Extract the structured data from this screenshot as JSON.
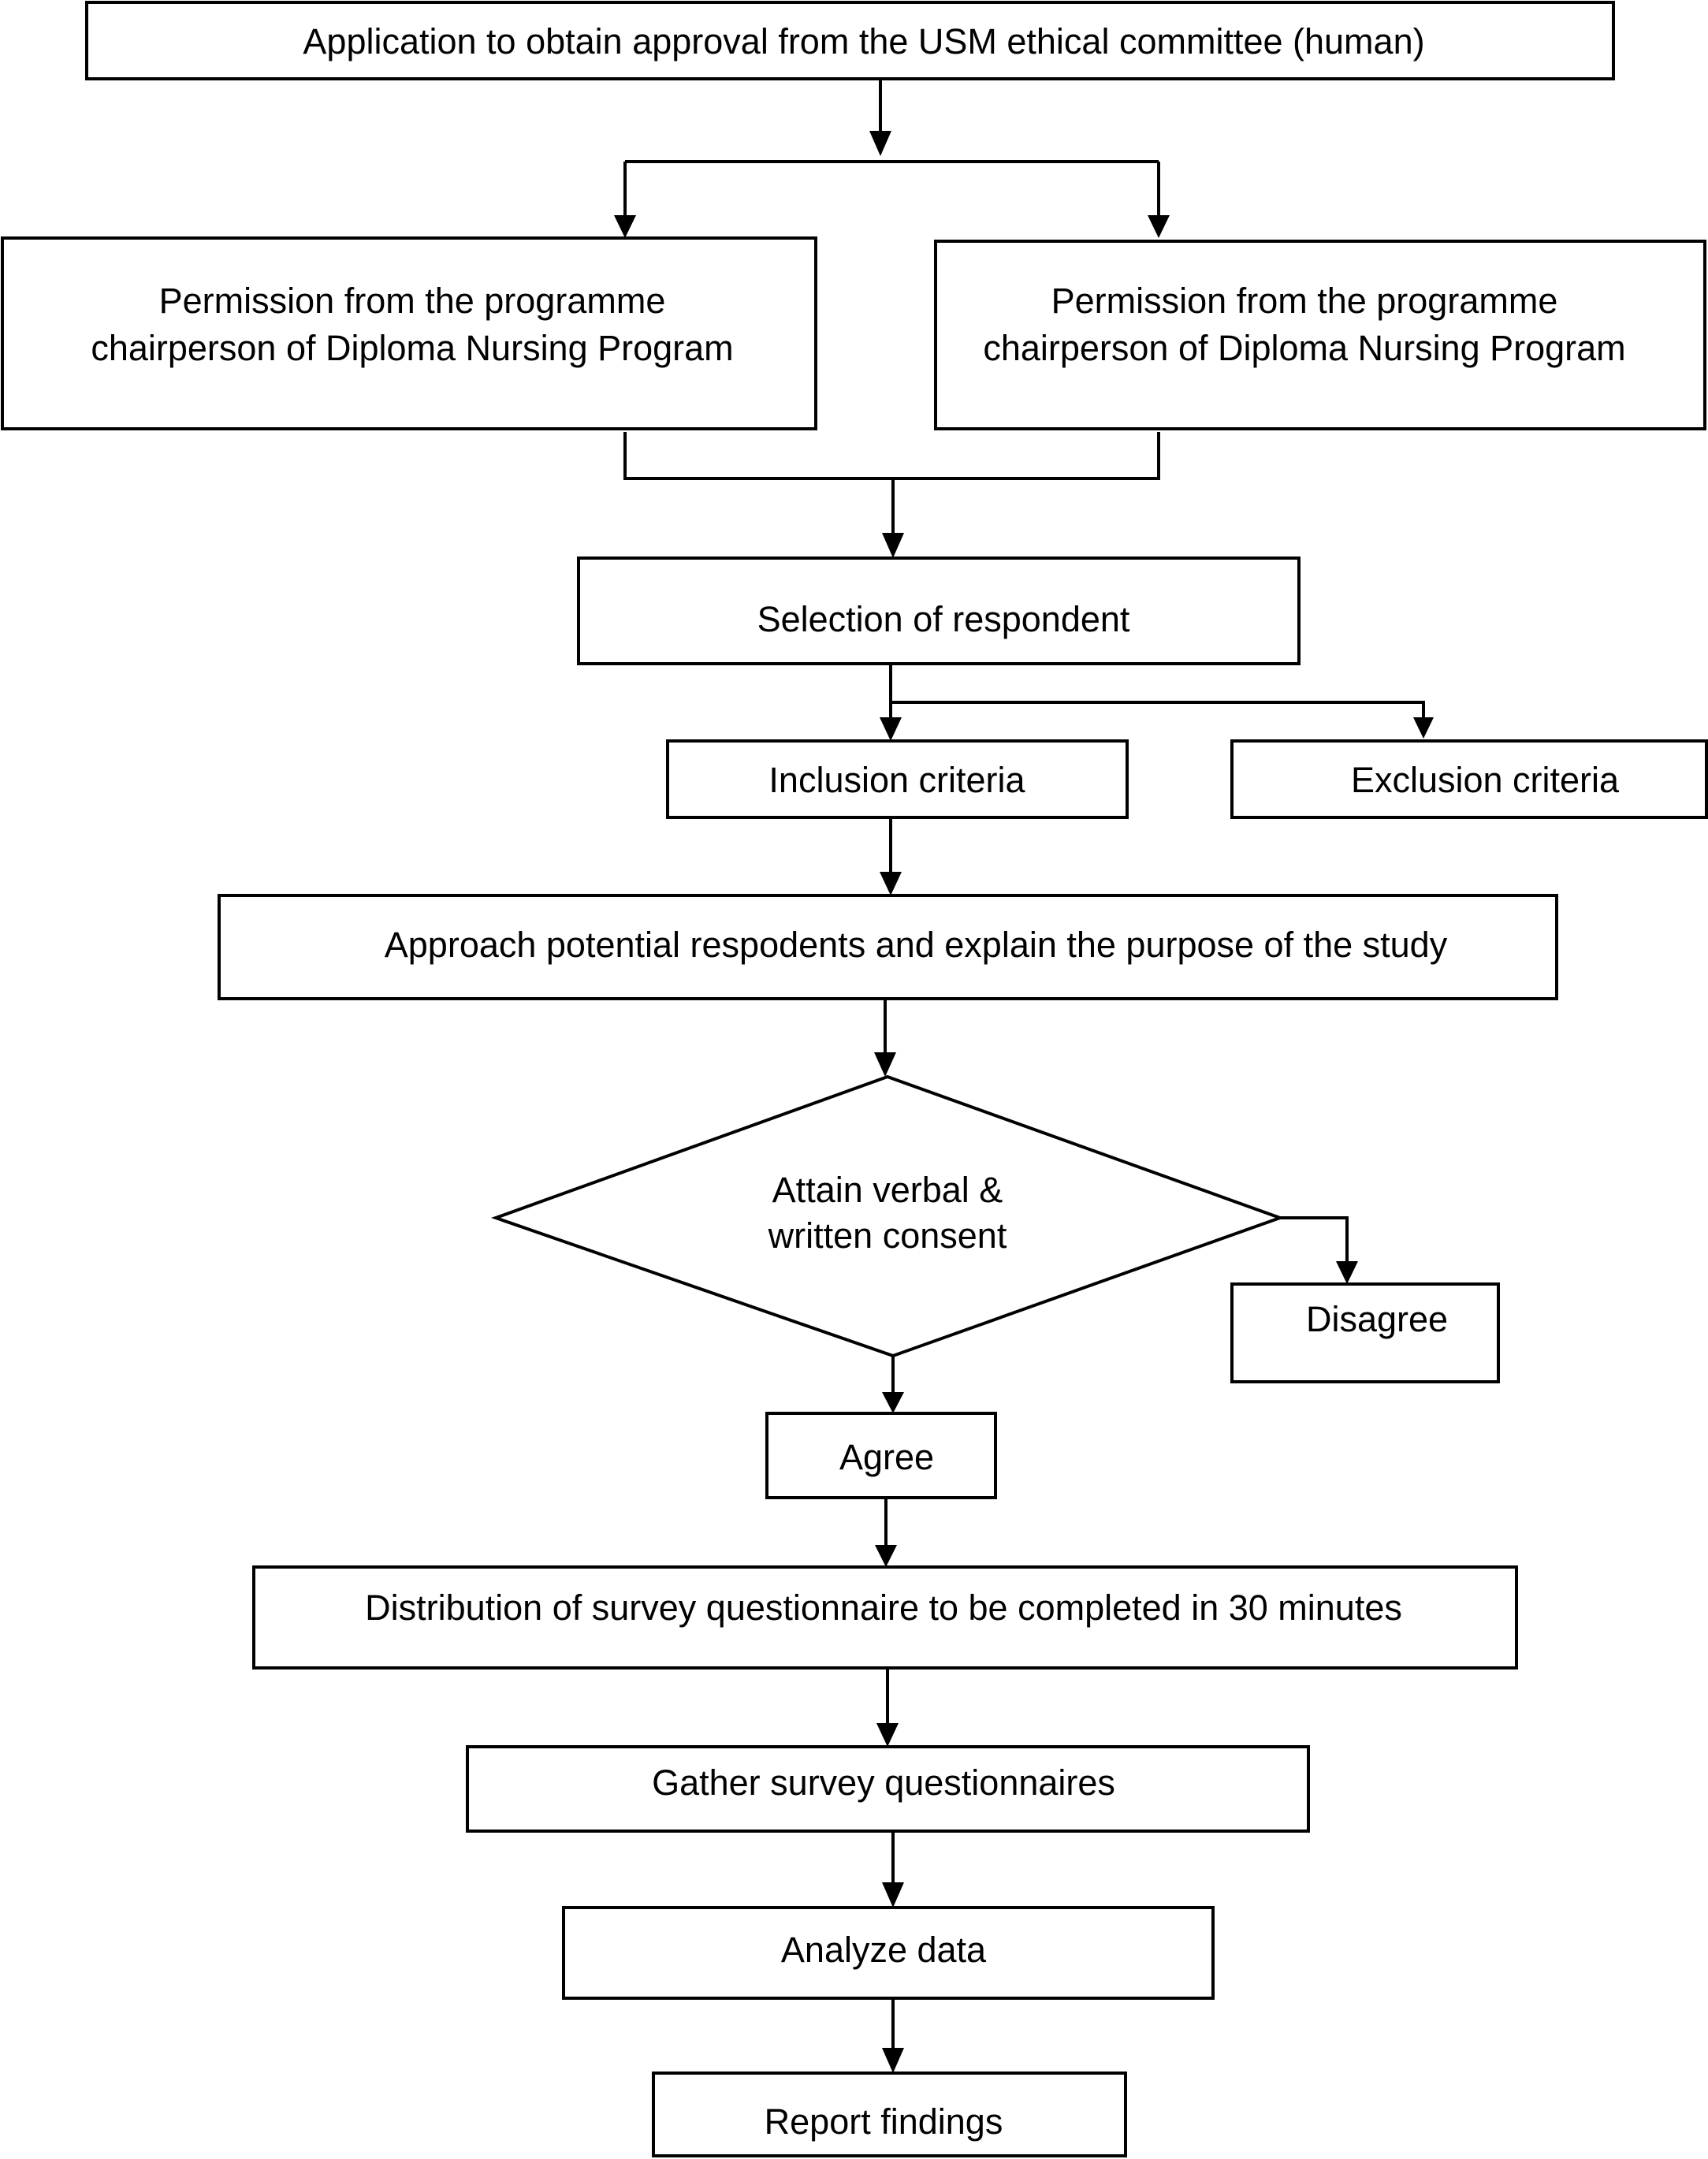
{
  "nodes": {
    "ethics": {
      "lines": [
        "Application to obtain approval from the USM ethical committee (human)"
      ]
    },
    "perm_left": {
      "lines": [
        "Permission from the programme",
        "chairperson of Diploma Nursing Program"
      ]
    },
    "perm_right": {
      "lines": [
        "Permission from the programme",
        "chairperson of Diploma Nursing Program"
      ]
    },
    "selection": {
      "lines": [
        "Selection of respondent"
      ]
    },
    "inclusion": {
      "lines": [
        "Inclusion criteria"
      ]
    },
    "exclusion": {
      "lines": [
        "Exclusion criteria"
      ]
    },
    "approach": {
      "lines": [
        "Approach potential respodents and explain the purpose of the study"
      ]
    },
    "consent": {
      "lines": [
        "Attain verbal &",
        "written consent"
      ]
    },
    "disagree": {
      "lines": [
        "Disagree"
      ]
    },
    "agree": {
      "lines": [
        "Agree"
      ]
    },
    "distribution": {
      "lines": [
        "Distribution of survey questionnaire to be completed in 30 minutes"
      ]
    },
    "gather": {
      "lines": [
        "Gather survey questionnaires"
      ]
    },
    "analyze": {
      "lines": [
        "Analyze data"
      ]
    },
    "report": {
      "lines": [
        "Report findings"
      ]
    }
  },
  "colors": {
    "stroke": "#000000",
    "fill": "#ffffff",
    "text": "#000000"
  }
}
